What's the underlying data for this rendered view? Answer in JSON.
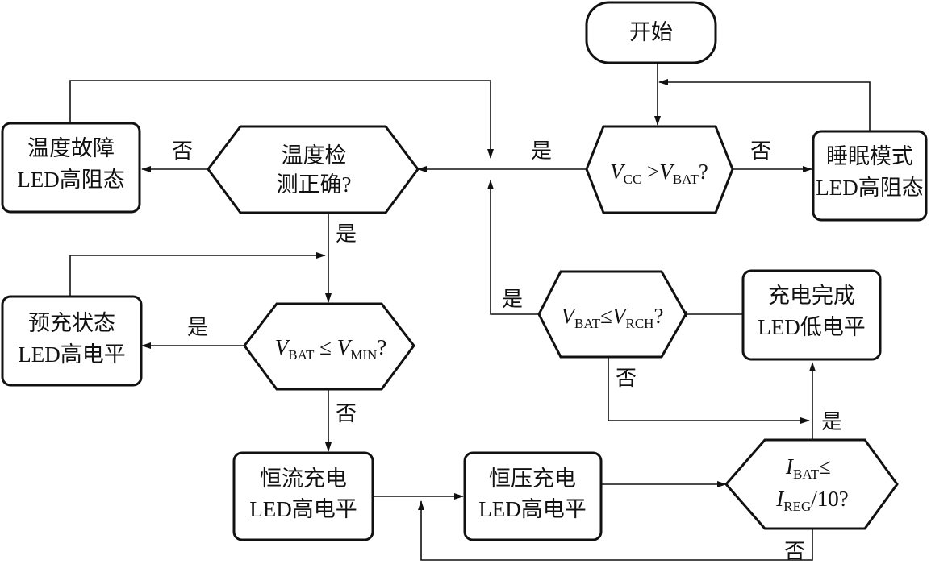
{
  "nodes": {
    "start": {
      "text": "开始"
    },
    "vcc_check": {
      "v": "V",
      "cc": "CC",
      "gt": " >",
      "v2": "V",
      "bat": "BAT",
      "q": "?"
    },
    "sleep": {
      "line1": "睡眠模式",
      "line2": "LED高阻态"
    },
    "temp_check": {
      "line1": "温度检",
      "line2": "测正确?"
    },
    "temp_fault": {
      "line1": "温度故障",
      "line2": "LED高阻态"
    },
    "vmin_check": {
      "v": "V",
      "bat": "BAT",
      "le": " ≤ ",
      "v2": "V",
      "min": "MIN",
      "q": "?"
    },
    "precharge": {
      "line1": "预充状态",
      "line2": "LED高电平"
    },
    "cc_charge": {
      "line1": "恒流充电",
      "line2": "LED高电平"
    },
    "cv_charge": {
      "line1": "恒压充电",
      "line2": "LED高电平"
    },
    "ibat_check": {
      "i": "I",
      "bat": "BAT",
      "le": "≤",
      "i2": "I",
      "reg": "REG",
      "tail": "/10?"
    },
    "done": {
      "line1": "充电完成",
      "line2": "LED低电平"
    },
    "vrch_check": {
      "v": "V",
      "bat": "BAT",
      "le": "≤",
      "v2": "V",
      "rch": "RCH",
      "q": "?"
    }
  },
  "edge_labels": {
    "yes_vcc": "是",
    "no_vcc": "否",
    "no_temp": "否",
    "yes_temp": "是",
    "yes_vmin": "是",
    "no_vmin": "否",
    "yes_vrch": "是",
    "no_vrch": "否",
    "yes_ibat": "是",
    "no_ibat": "否"
  }
}
